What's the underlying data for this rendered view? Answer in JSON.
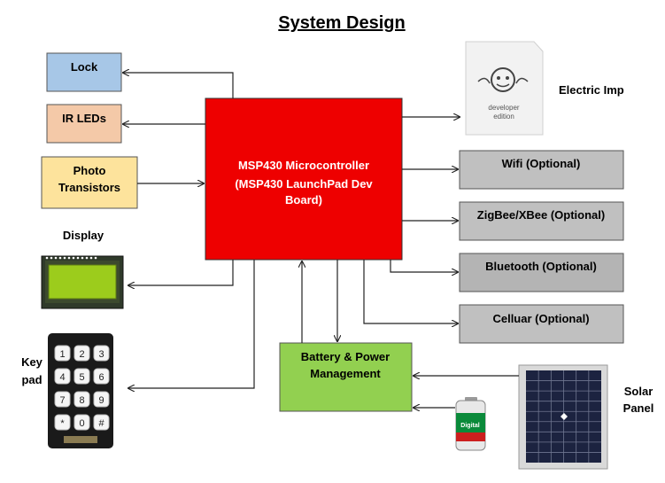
{
  "title": "System Design",
  "blocks": {
    "lock": "Lock",
    "ir_leds": "IR LEDs",
    "photo_line1": "Photo",
    "photo_line2": "Transistors",
    "mcu_line1": "MSP430 Microcontroller",
    "mcu_line2": "(MSP430 LaunchPad Dev",
    "mcu_line3": "Board)",
    "wifi": "Wifi (Optional)",
    "zigbee": "ZigBee/XBee (Optional)",
    "bluetooth": "Bluetooth (Optional)",
    "celluar": "Celluar (Optional)",
    "battery_line1": "Battery & Power",
    "battery_line2": "Management"
  },
  "labels": {
    "display": "Display",
    "keypad_line1": "Key",
    "keypad_line2": "pad",
    "electric_imp": "Electric Imp",
    "solar_line1": "Solar",
    "solar_line2": "Panel"
  },
  "images": {
    "electric_imp_card": {
      "icon": "sd-card-icon",
      "caption_line1": "developer",
      "caption_line2": "edition"
    },
    "battery_cell": {
      "icon": "battery-icon",
      "brand": "Digital"
    },
    "keypad_keys": [
      "1",
      "2",
      "3",
      "4",
      "5",
      "6",
      "7",
      "8",
      "9",
      "*",
      "0",
      "#"
    ]
  },
  "colors": {
    "mcu": "#ee0000",
    "lock": "#a7c7e7",
    "ir_leds": "#f4c9a8",
    "photo": "#fde39c",
    "comm": "#c0c0c0",
    "bluetooth": "#b4b4b4",
    "battery": "#92d050",
    "lcd": "#9ccc1c"
  }
}
